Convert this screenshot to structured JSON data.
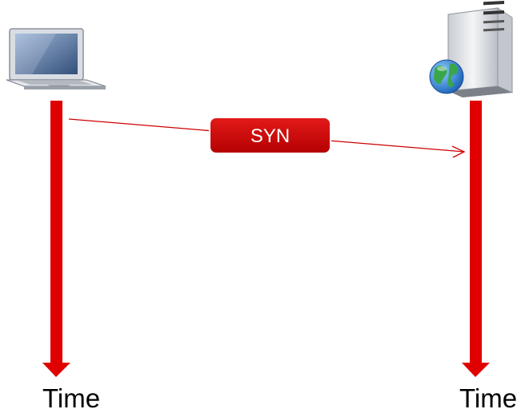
{
  "diagram": {
    "type": "sequence",
    "participants": [
      {
        "icon": "laptop-icon",
        "timeline_label": "Time"
      },
      {
        "icon": "web-server-icon",
        "timeline_label": "Time"
      }
    ],
    "messages": [
      {
        "label": "SYN",
        "from": 0,
        "to": 1
      }
    ]
  },
  "colors": {
    "timeline": "#e00000",
    "message_box": "#cc0000",
    "message_line": "#cc0000",
    "message_text": "#ffffff"
  }
}
